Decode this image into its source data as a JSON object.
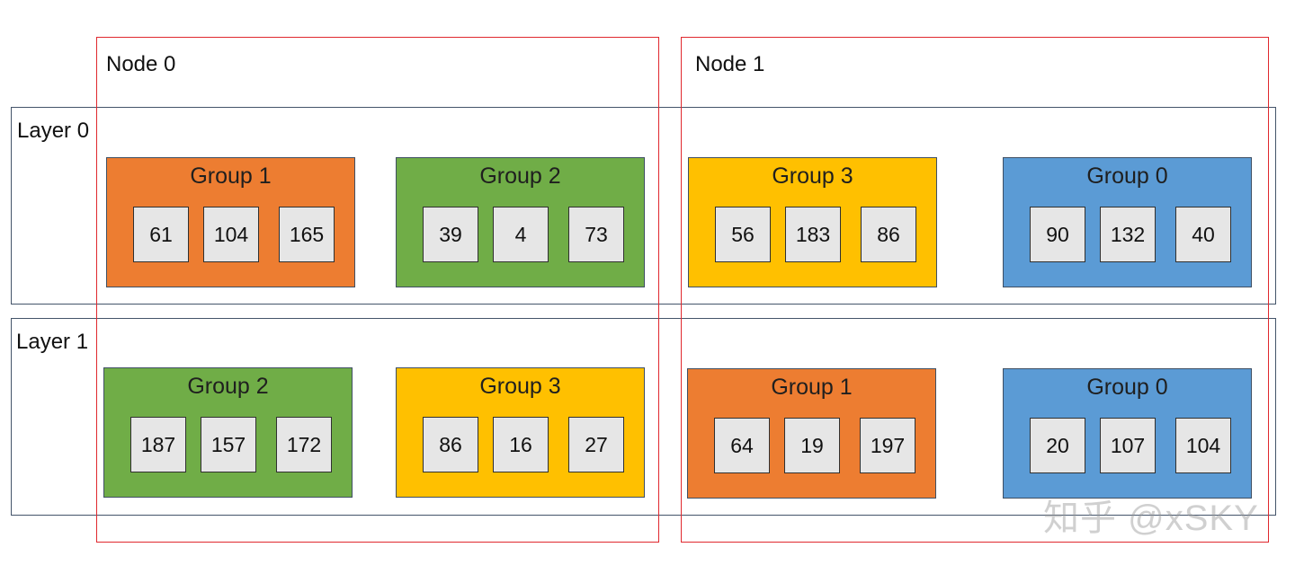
{
  "nodes": [
    {
      "label": "Node 0"
    },
    {
      "label": "Node 1"
    }
  ],
  "layers": [
    {
      "label": "Layer 0",
      "groups": [
        {
          "title": "Group 1",
          "color": "#ed7d31",
          "values": [
            "61",
            "104",
            "165"
          ]
        },
        {
          "title": "Group 2",
          "color": "#70ad47",
          "values": [
            "39",
            "4",
            "73"
          ]
        },
        {
          "title": "Group 3",
          "color": "#ffc000",
          "values": [
            "56",
            "183",
            "86"
          ]
        },
        {
          "title": "Group 0",
          "color": "#5b9bd5",
          "values": [
            "90",
            "132",
            "40"
          ]
        }
      ]
    },
    {
      "label": "Layer 1",
      "groups": [
        {
          "title": "Group 2",
          "color": "#70ad47",
          "values": [
            "187",
            "157",
            "172"
          ]
        },
        {
          "title": "Group 3",
          "color": "#ffc000",
          "values": [
            "86",
            "16",
            "27"
          ]
        },
        {
          "title": "Group 1",
          "color": "#ed7d31",
          "values": [
            "64",
            "19",
            "197"
          ]
        },
        {
          "title": "Group 0",
          "color": "#5b9bd5",
          "values": [
            "20",
            "107",
            "104"
          ]
        }
      ]
    }
  ],
  "watermark": "知乎 @xSKY"
}
